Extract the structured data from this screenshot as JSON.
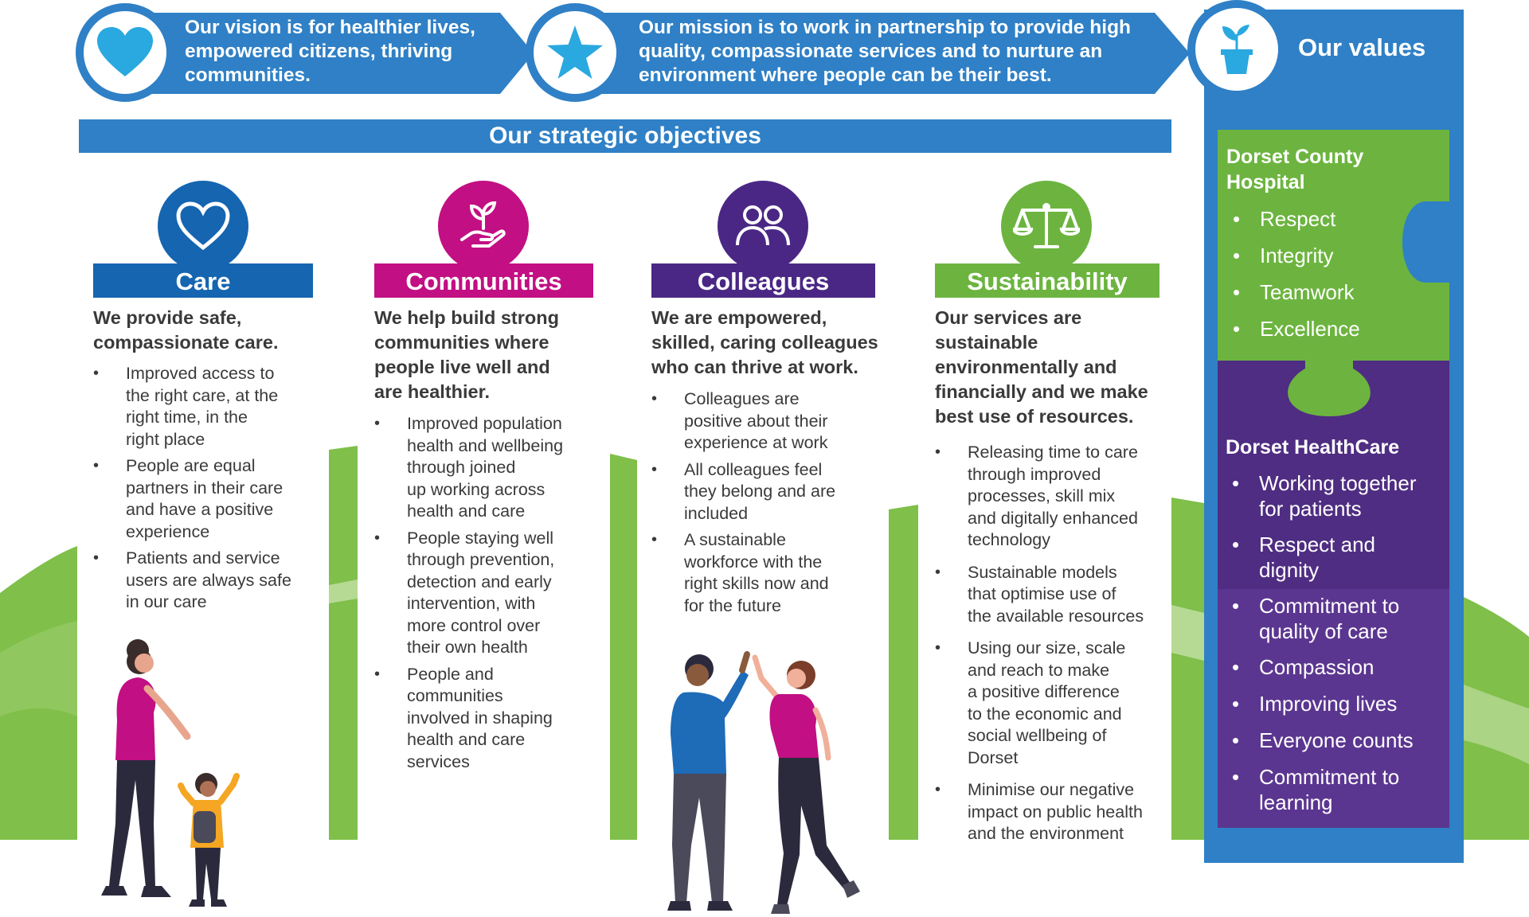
{
  "vision": {
    "text_lines": [
      "Our vision is for healthier lives,",
      "empowered citizens, thriving",
      "communities."
    ],
    "icon": "heart-icon"
  },
  "mission": {
    "text_lines": [
      "Our mission is to work in partnership to provide high",
      "quality, compassionate services and to nurture an",
      "environment where people can be their best."
    ],
    "icon": "star-icon"
  },
  "values": {
    "title": "Our values",
    "icon": "plant-pot-icon",
    "dch": {
      "title_lines": [
        "Dorset County",
        "Hospital"
      ],
      "items": [
        "Respect",
        "Integrity",
        "Teamwork",
        "Excellence"
      ]
    },
    "dhc": {
      "title": "Dorset HealthCare",
      "items": [
        [
          "Working together",
          "for patients"
        ],
        [
          "Respect and",
          "dignity"
        ],
        [
          "Commitment to",
          "quality of care"
        ],
        [
          "Compassion"
        ],
        [
          "Improving lives"
        ],
        [
          "Everyone counts"
        ],
        [
          "Commitment to",
          "learning"
        ]
      ]
    }
  },
  "objectives_title": "Our strategic objectives",
  "columns": [
    {
      "label": "Care",
      "icon": "heart-outline-icon",
      "color": "#1565b0",
      "heading_lines": [
        "We provide safe,",
        "compassionate care."
      ],
      "bullets": [
        [
          "Improved access to",
          "the right care, at the",
          "right time, in the",
          "right place"
        ],
        [
          "People are equal",
          "partners in their care",
          "and have a positive",
          "experience"
        ],
        [
          "Patients and service",
          "users are always safe",
          "in our care"
        ]
      ]
    },
    {
      "label": "Communities",
      "icon": "hand-plant-icon",
      "color": "#c20f83",
      "heading_lines": [
        "We help build strong",
        "communities where",
        "people live well and",
        "are healthier."
      ],
      "bullets": [
        [
          "Improved population",
          "health and wellbeing",
          "through joined",
          "up working across",
          "health and care"
        ],
        [
          "People staying well",
          "through prevention,",
          "detection and early",
          "intervention, with",
          "more control over",
          "their own health"
        ],
        [
          "People and",
          "communities",
          "involved in shaping",
          "health and care",
          "services"
        ]
      ]
    },
    {
      "label": "Colleagues",
      "icon": "people-icon",
      "color": "#4a2785",
      "heading_lines": [
        "We are empowered,",
        "skilled, caring colleagues",
        "who can thrive at work."
      ],
      "bullets": [
        [
          "Colleagues are",
          "positive about their",
          "experience at work"
        ],
        [
          "All colleagues feel",
          "they belong and are",
          "included"
        ],
        [
          "A sustainable",
          "workforce with the",
          "right skills now and",
          "for the future"
        ]
      ]
    },
    {
      "label": "Sustainability",
      "icon": "scales-icon",
      "color": "#6cb43f",
      "heading_lines": [
        "Our services are",
        "sustainable",
        "environmentally and",
        "financially and we make",
        "best use of resources."
      ],
      "bullets": [
        [
          "Releasing time to care",
          "through improved",
          "processes, skill mix",
          "and digitally enhanced",
          "technology"
        ],
        [
          "Sustainable models",
          "that optimise use of",
          "the available resources"
        ],
        [
          "Using our size, scale",
          "and reach to make",
          "a positive difference",
          "to the economic and",
          "social wellbeing of",
          "Dorset"
        ],
        [
          "Minimise our negative",
          "impact on public health",
          "and the environment"
        ]
      ]
    }
  ]
}
